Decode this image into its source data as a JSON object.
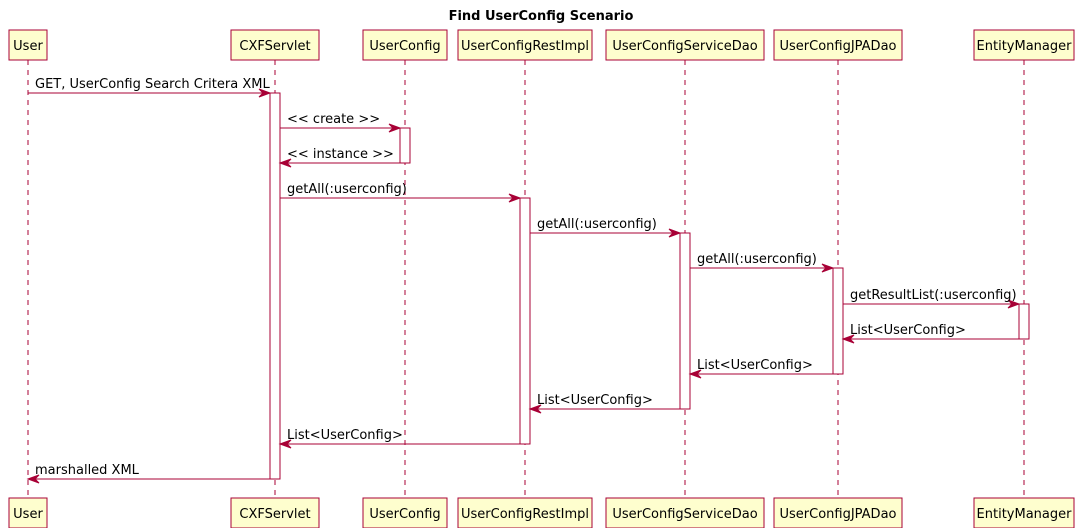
{
  "title": "Find UserConfig Scenario",
  "colors": {
    "line": "#A80036",
    "participant_fill": "#FEFECE",
    "activation_fill": "#FFFFFF"
  },
  "participants": [
    {
      "id": "user",
      "label": "User"
    },
    {
      "id": "cxfservlet",
      "label": "CXFServlet"
    },
    {
      "id": "userconfig",
      "label": "UserConfig"
    },
    {
      "id": "restimpl",
      "label": "UserConfigRestImpl"
    },
    {
      "id": "servicedao",
      "label": "UserConfigServiceDao"
    },
    {
      "id": "jpadao",
      "label": "UserConfigJPADao"
    },
    {
      "id": "entitymanager",
      "label": "EntityManager"
    }
  ],
  "messages": [
    {
      "from": "user",
      "to": "cxfservlet",
      "label": "GET, UserConfig Search Critera XML"
    },
    {
      "from": "cxfservlet",
      "to": "userconfig",
      "label": "<< create >>"
    },
    {
      "from": "userconfig",
      "to": "cxfservlet",
      "label": "<< instance >>"
    },
    {
      "from": "cxfservlet",
      "to": "restimpl",
      "label": "getAll(:userconfig)"
    },
    {
      "from": "restimpl",
      "to": "servicedao",
      "label": "getAll(:userconfig)"
    },
    {
      "from": "servicedao",
      "to": "jpadao",
      "label": "getAll(:userconfig)"
    },
    {
      "from": "jpadao",
      "to": "entitymanager",
      "label": "getResultList(:userconfig)"
    },
    {
      "from": "entitymanager",
      "to": "jpadao",
      "label": "List<UserConfig>"
    },
    {
      "from": "jpadao",
      "to": "servicedao",
      "label": "List<UserConfig>"
    },
    {
      "from": "servicedao",
      "to": "restimpl",
      "label": "List<UserConfig>"
    },
    {
      "from": "restimpl",
      "to": "cxfservlet",
      "label": "List<UserConfig>"
    },
    {
      "from": "cxfservlet",
      "to": "user",
      "label": "marshalled XML"
    }
  ],
  "activations": [
    {
      "participant": "cxfservlet",
      "from_message": 0,
      "to_message": 11
    },
    {
      "participant": "userconfig",
      "from_message": 1,
      "to_message": 2
    },
    {
      "participant": "restimpl",
      "from_message": 3,
      "to_message": 10
    },
    {
      "participant": "servicedao",
      "from_message": 4,
      "to_message": 9
    },
    {
      "participant": "jpadao",
      "from_message": 5,
      "to_message": 8
    },
    {
      "participant": "entitymanager",
      "from_message": 6,
      "to_message": 7
    }
  ]
}
